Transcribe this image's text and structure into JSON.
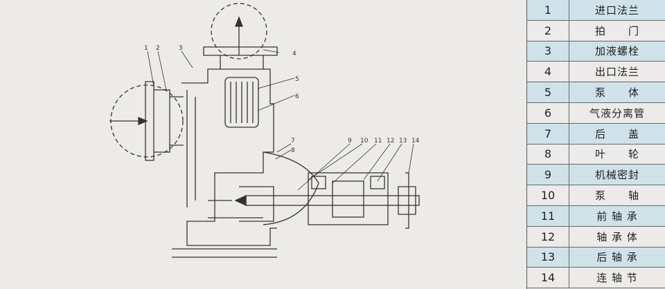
{
  "drawing": {
    "callouts": [
      "1",
      "2",
      "3",
      "4",
      "5",
      "6",
      "7",
      "8",
      "9",
      "10",
      "11",
      "12",
      "13",
      "14"
    ]
  },
  "parts": [
    {
      "num": "1",
      "name": "进口法兰"
    },
    {
      "num": "2",
      "name": "拍　　门"
    },
    {
      "num": "3",
      "name": "加液螺栓"
    },
    {
      "num": "4",
      "name": "出口法兰"
    },
    {
      "num": "5",
      "name": "泵　　体"
    },
    {
      "num": "6",
      "name": "气液分离管"
    },
    {
      "num": "7",
      "name": "后　　盖"
    },
    {
      "num": "8",
      "name": "叶　　轮"
    },
    {
      "num": "9",
      "name": "机械密封"
    },
    {
      "num": "10",
      "name": "泵　　轴"
    },
    {
      "num": "11",
      "name": "前 轴 承"
    },
    {
      "num": "12",
      "name": "轴 承 体"
    },
    {
      "num": "13",
      "name": "后 轴 承"
    },
    {
      "num": "14",
      "name": "连 轴 节"
    }
  ]
}
